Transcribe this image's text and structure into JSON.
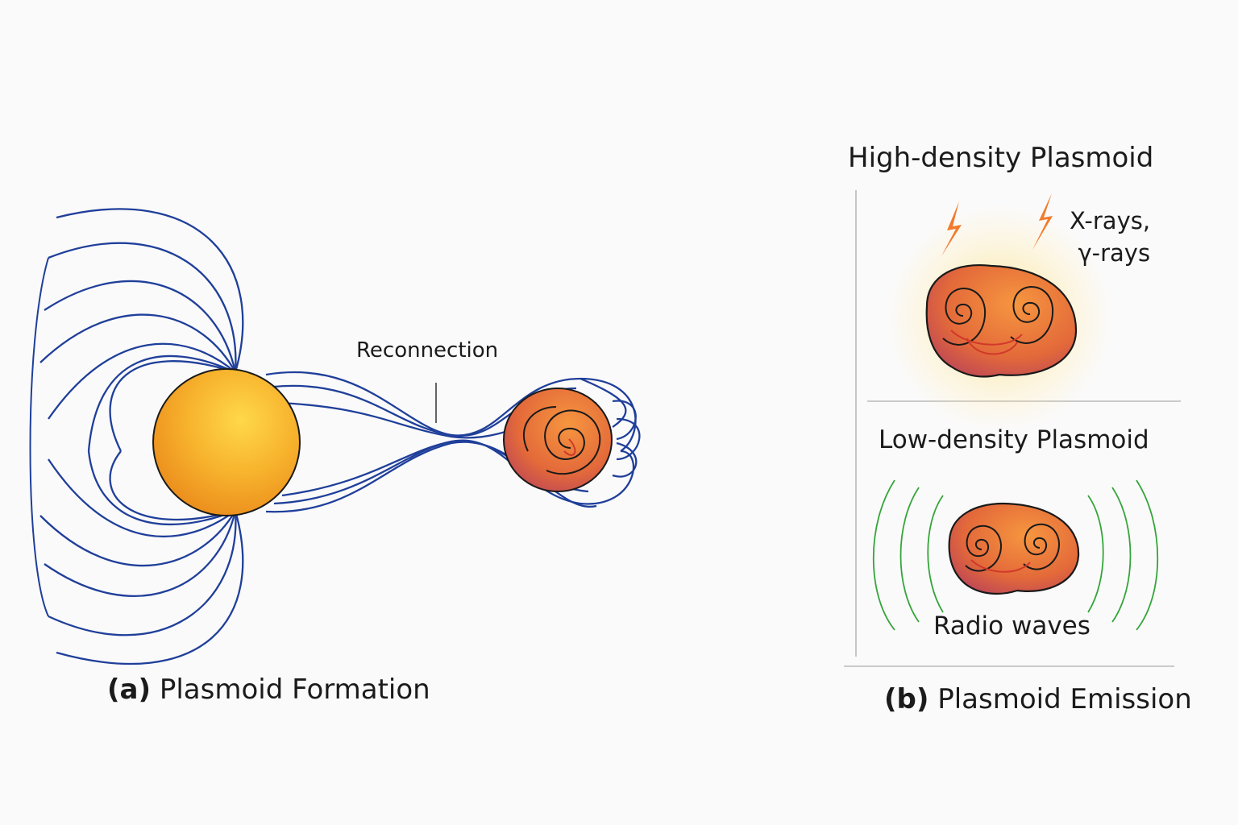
{
  "panel_a": {
    "annotation": "Reconnection",
    "caption_prefix": "(a)",
    "caption_text": "Plasmoid Formation"
  },
  "panel_b": {
    "high_title": "High-density Plasmoid",
    "emission_line1": "X-rays,",
    "emission_line2": "γ-rays",
    "low_title": "Low-density Plasmoid",
    "radio_label": "Radio waves",
    "caption_prefix": "(b)",
    "caption_text": "Plasmoid Emission"
  },
  "colors": {
    "field_lines": "#1f3f9a",
    "star": "#f3a521",
    "plasmoid": "#e5743a",
    "rays": "#f27a2c",
    "radio": "#34a53a",
    "dividers": "#b9b9b9"
  }
}
